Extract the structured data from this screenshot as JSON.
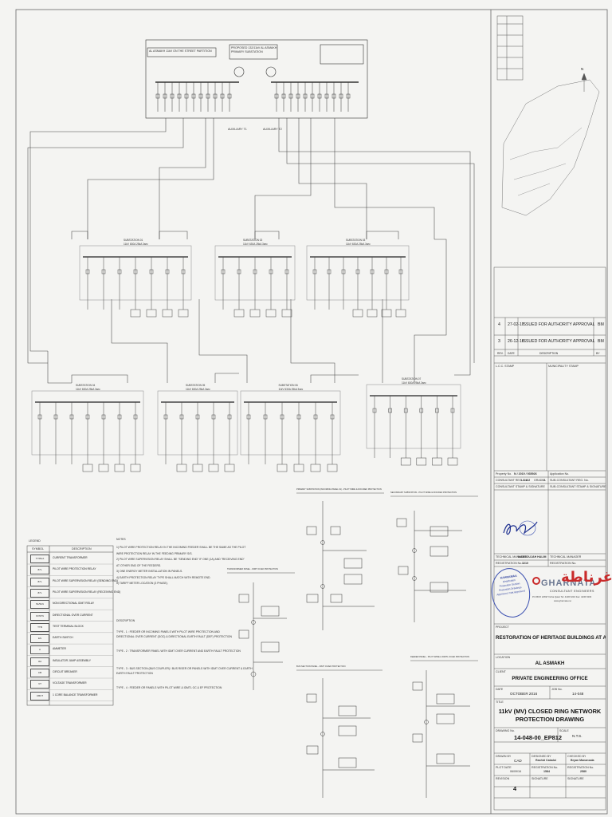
{
  "revisions": [
    {
      "rev": "4",
      "date": "27-02-17",
      "description": "ISSUED FOR AUTHORITY APPROVAL",
      "by": "BM"
    },
    {
      "rev": "3",
      "date": "26-12-16",
      "description": "ISSUED FOR AUTHORITY APPROVAL",
      "by": "BM"
    }
  ],
  "revision_headers": {
    "rev": "REV.",
    "date": "DATE",
    "description": "DESCRIPTION",
    "by": "BY"
  },
  "stamps": {
    "lcc_stamp": "L.C.C. STAMP",
    "municipality_stamp": "MUNICIPALITY STAMP"
  },
  "approval": {
    "property_no_label": "Property No.",
    "property_no": "N / 2019 / 935926",
    "application_no_label": "Application No.",
    "consultant_reg_label": "CONSULTANT REG. No.",
    "consultant_reg": "LJ 162",
    "grade_label": "GRADE",
    "grade": "A",
    "sub_consultant_reg_label": "SUB-CONSULTANT REG. No.",
    "consultant_stamp_label": "CONSULTANT STAMP & SIGNATURE",
    "sub_consultant_stamp_label": "SUB-CONSULTANT STAMP & SIGNATURE"
  },
  "technical": {
    "manager_label": "TECHNICAL MANAGER",
    "manager_name": "MANSOUJAH HALIM",
    "manager_label_2": "TECHNICAL MANAGER",
    "reg_label": "REGISTRATION No.",
    "reg_no": "3210",
    "reg_label_2": "REGISTRATION No."
  },
  "kahramaa_stamp": {
    "org": "KAHRAMAA",
    "line1": "Distribution",
    "line2": "Protection Section",
    "line3": "Protection Drawings",
    "line4": "Approved / Not Approved"
  },
  "consultant": {
    "name": "GHARNATA",
    "arabic": "غرناطة",
    "sub": "CONSULTANT ENGINEERS",
    "address": "P.O.BOX 22697 Doha Qatar  Tel: 4436 6216  Fax: 4436 6303",
    "web": "www.gharnata.net"
  },
  "project": {
    "label": "PROJECT",
    "value": "RESTORATION OF HERITAGE BUILDINGS AT AL ASMAKH",
    "location_label": "LOCATION",
    "location": "AL ASMAKH",
    "client_label": "CLIENT",
    "client": "PRIVATE ENGINEERING OFFICE",
    "date_label": "DATE",
    "date": "OCTOBER 2016",
    "job_label": "JOB No.",
    "job_no": "14-048",
    "title_label": "TITLE",
    "title_line1": "11kV (MV) CLOSED RING NETWORK",
    "title_line2": "PROTECTION DRAWING",
    "drawing_no_label": "DRAWING No.",
    "drawing_no": "14-048-00_EP812",
    "scale_label": "SCALE",
    "scale": "N.T.S."
  },
  "signoff": {
    "drawn_label": "DRAWN BY",
    "drawn": "CAD",
    "designed_label": "DESIGNED BY",
    "designed": "Rashid Cabaloi",
    "checked_label": "CHECKED BY",
    "checked": "Bryan Manansala",
    "plot_label": "PLOT DATE",
    "plot": "06/09/16",
    "reg1_label": "REGISTRATION No.",
    "reg1": "1584",
    "reg2_label": "REGISTRATION No.",
    "reg2": "2580",
    "revision_label": "REVISION",
    "revision": "4",
    "signature_label": "SIGNATURE",
    "signature_label_2": "SIGNATURE"
  },
  "legend": {
    "title": "LEGEND",
    "symbol_header": "SYMBOL",
    "description_header": "DESCRIPTION",
    "items": [
      {
        "symbol": "TYPE A",
        "description": "CURRENT TRANSFORMER"
      },
      {
        "symbol": "87L",
        "description": "PILOT WIRE PROTECTION RELAY"
      },
      {
        "symbol": "87L",
        "description": "PILOT WIRE SUPERVISION RELAY (SENDING END)"
      },
      {
        "symbol": "87L",
        "description": "PILOT WIRE SUPERVISION RELAY (RECEIVING END)"
      },
      {
        "symbol": "51/51N",
        "description": "NON DIRECTIONAL IDMT RELAY"
      },
      {
        "symbol": "67/67N",
        "description": "DIRECTIONAL OVER CURRENT"
      },
      {
        "symbol": "TTB",
        "description": "TEST TERMINAL BLOCK"
      },
      {
        "symbol": "ES",
        "description": "EARTH SWITCH"
      },
      {
        "symbol": "A",
        "description": "AMMETER"
      },
      {
        "symbol": "IJA",
        "description": "INSULATOR JUMP ASSEMBLY"
      },
      {
        "symbol": "CB",
        "description": "CIRCUIT BREAKER"
      },
      {
        "symbol": "VT",
        "description": "VOLTAGE TRANSFORMER"
      },
      {
        "symbol": "CBCT",
        "description": "1 CORE BALANCE TRANSFORMER"
      }
    ]
  },
  "notes": {
    "title": "NOTES",
    "lines": [
      "1) PILOT WIRE PROTECTION RELAY IN THE INCOMING FEEDER SHALL BE THE SAME AS THE PILOT",
      "    WIRE PROTECTION RELAY IN THE FEEDING PRIMARY S/S.",
      "2) PILOT WIRE SUPERVISION RELAY SHALL BE \"SENDING END\" IF ONE (1A) AND \"RECEIVING END\"",
      "    AT OTHER END OF THE FEEDERS.",
      "3) ONE ENERGY METER INSTALLATION IN PANELS.",
      "4) EARTH PROTECTION RELAY TYPE SHALL MATCH WITH REMOTE END.",
      "5) TARIFF METER LOCATION (3 PHASE)."
    ],
    "desc_title": "DESCRIPTION",
    "types": [
      "TYPE - 1 : FEEDER OR INCOMING PANELS WITH PILOT WIRE PROTECTION AND",
      "               DIRECTIONAL OVER CURRENT (DOC) & DIRECTIONAL EARTH FAULT (DEF) PROTECTION",
      "TYPE - 2 : TRANSFORMER PANEL WITH IDMT OVER CURRENT AND EARTH FAULT PROTECTION",
      "TYPE - 3 : BUS SECTION (BUS COUPLER) / BUS RISER OR PANELS WITH IDMT OVER CURRENT & EARTH",
      "               EARTH FAULT PROTECTION",
      "TYPE - 4 : FEEDER OR PANELS WITH PILOT WIRE & IDMTL OC & EF PROTECTION"
    ]
  },
  "sld": {
    "primary_title": "AL ASMAKH 11kV ON THE STREET PARTITION",
    "primary_ss": "PROPOSED 132/11kV AL ASMAKH PRIMARY SUBSTATION",
    "aux1": "AUXILIARY T1",
    "aux2": "AUXILIARY T2",
    "ss_labels": [
      "SUBSTATION 01",
      "SUBSTATION 02",
      "SUBSTATION 03",
      "SUBSTATION 04",
      "SUBSTATION 05",
      "SUBSTATION 06",
      "SUBSTATION 07"
    ],
    "busbar_rating": "11kV 630A 25kA 3sec"
  },
  "detail_titles": [
    "PRIMARY SUBSTATION (INCOMING PANEL 01) - PILOT WIRE & DOC/DEF PROTECTION",
    "SECONDARY SUBSTATION - PILOT WIRE & DOC/DEF PROTECTION",
    "TRANSFORMER PANEL - IDMT OC/EF PROTECTION",
    "BUS SECTION PANEL - IDMT OC/EF PROTECTION",
    "FEEDER PANEL - PILOT WIRE & IDMTL OC/EF PROTECTION"
  ],
  "keyplan": {
    "north": "N"
  }
}
